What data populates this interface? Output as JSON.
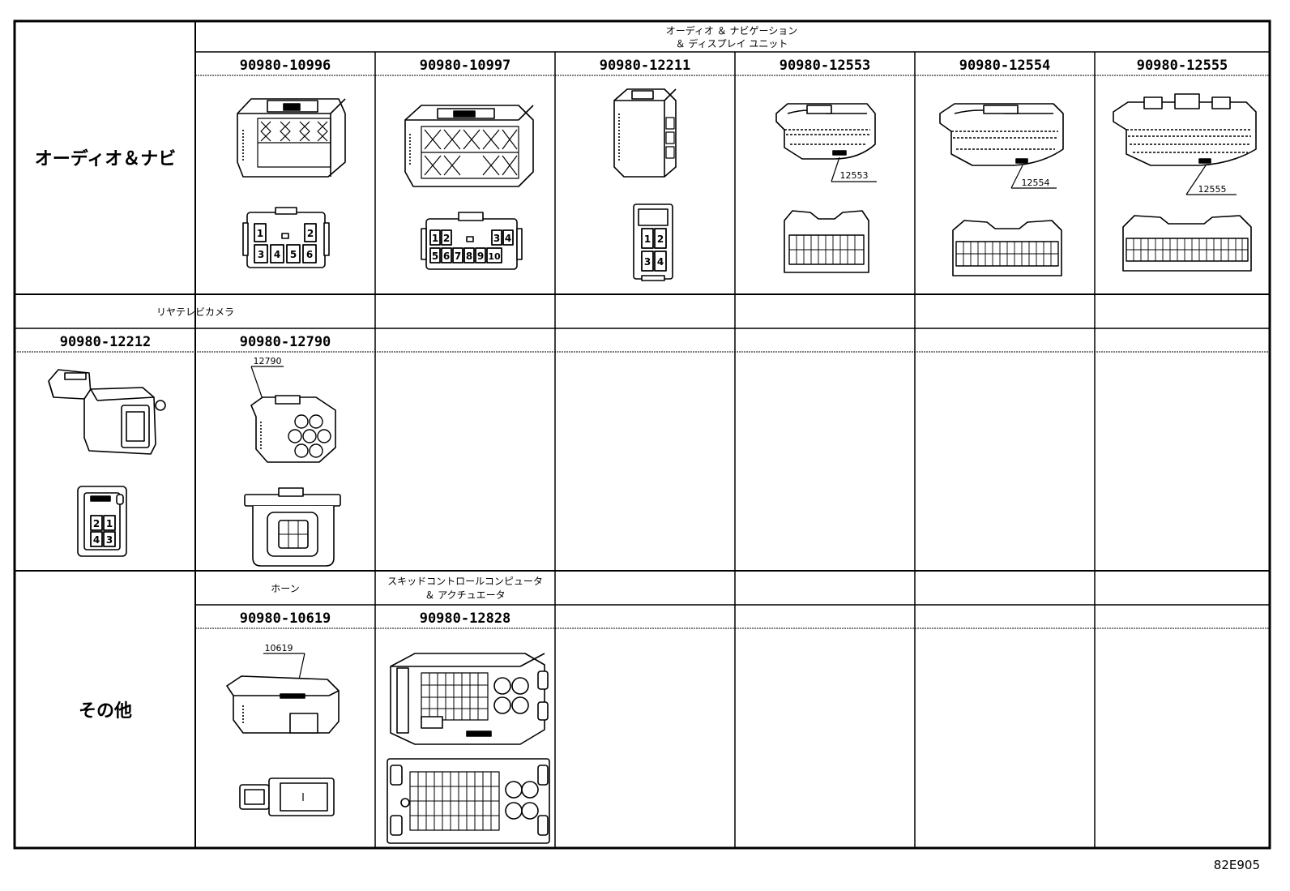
{
  "sections": {
    "audio_nav_header_line1": "オーディオ ＆ ナビゲーション",
    "audio_nav_header_line2": "＆ ディスプレイ ユニット",
    "rear_camera_header": "リヤテレビカメラ",
    "horn_header": "ホーン",
    "skid_header_line1": "スキッドコントロールコンピュータ",
    "skid_header_line2": "＆ アクチュエータ"
  },
  "categories": {
    "audio_nav": "オーディオ＆ナビ",
    "other": "その他"
  },
  "part_numbers": {
    "p10996": "90980-10996",
    "p10997": "90980-10997",
    "p12211": "90980-12211",
    "p12553": "90980-12553",
    "p12554": "90980-12554",
    "p12555": "90980-12555",
    "p12212": "90980-12212",
    "p12790": "90980-12790",
    "p10619": "90980-10619",
    "p12828": "90980-12828"
  },
  "callouts": {
    "c12553": "12553",
    "c12554": "12554",
    "c12555": "12555",
    "c12790": "12790",
    "c10619": "10619"
  },
  "pins": {
    "p10996": [
      "1",
      "2",
      "3",
      "4",
      "5",
      "6"
    ],
    "p10997": [
      "1",
      "2",
      "3",
      "4",
      "5",
      "6",
      "7",
      "8",
      "9",
      "10"
    ],
    "p12211": [
      "1",
      "2",
      "3",
      "4"
    ],
    "p12212": [
      "2",
      "1",
      "4",
      "3"
    ]
  },
  "footer": {
    "drawing_code": "82E905"
  }
}
